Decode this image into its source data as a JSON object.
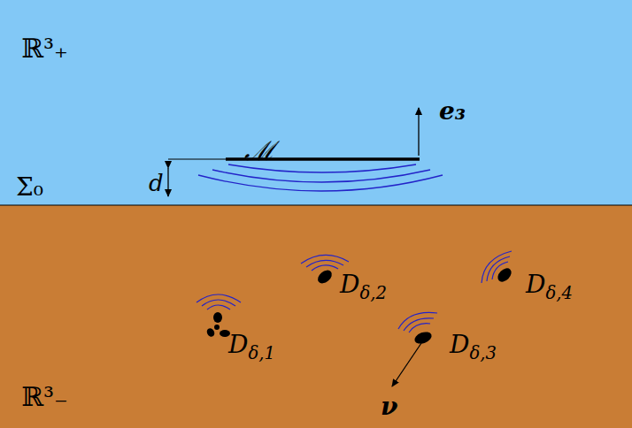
{
  "diagram": {
    "labels": [
      "ℝ³₊",
      "e₃",
      "ℳ",
      "Σ₀",
      "d",
      "Dδ,2",
      "Dδ,4",
      "Dδ,1",
      "Dδ,3",
      "ν",
      "ℝ³₋"
    ]
  }
}
